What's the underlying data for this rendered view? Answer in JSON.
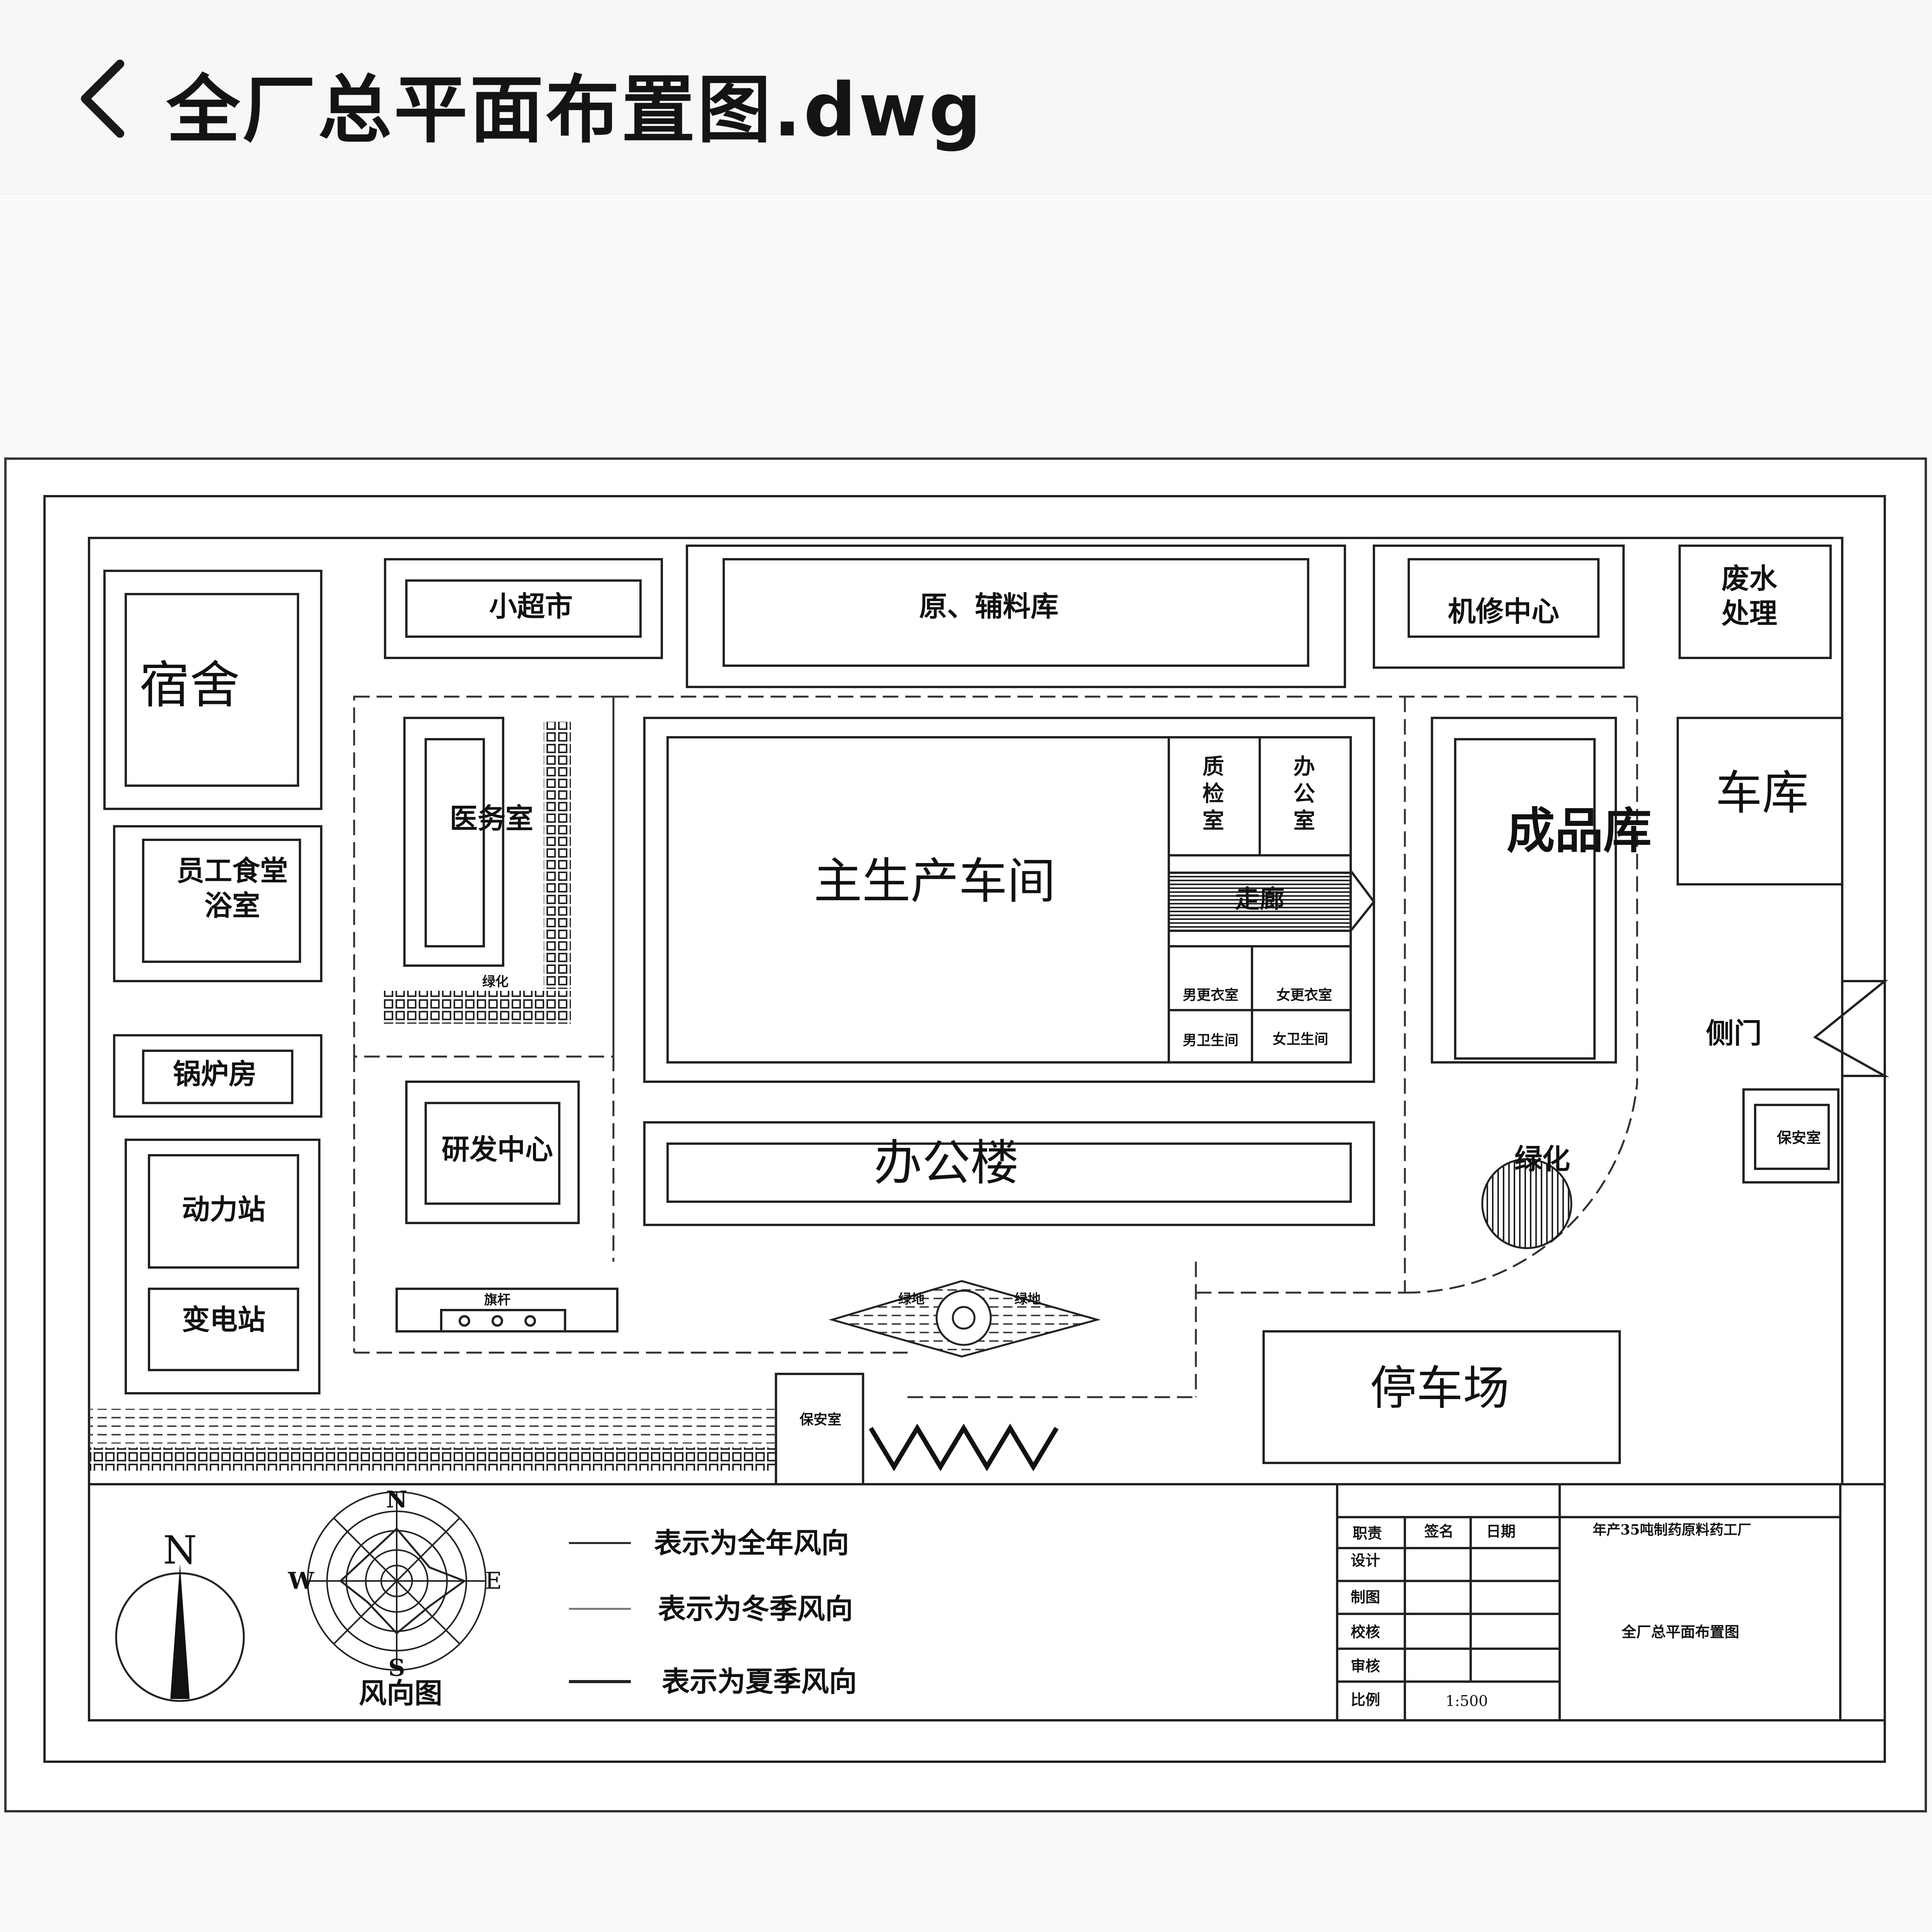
{
  "header": {
    "back_icon": "chevron-left-icon",
    "title": "全厂总平面布置图.dwg"
  },
  "drawing": {
    "buildings": {
      "supermarket": "小超市",
      "raw_store": "原、辅料库",
      "repair": "机修中心",
      "wastewater_1": "废水",
      "wastewater_2": "处理",
      "dorm": "宿舍",
      "clinic": "医务室",
      "greening_small": "绿化",
      "main_workshop": "主生产车间",
      "qc_1": "质",
      "qc_2": "检",
      "qc_3": "室",
      "office_room_1": "办",
      "office_room_2": "公",
      "office_room_3": "室",
      "corridor": "走廊",
      "men_locker": "男更衣室",
      "women_locker": "女更衣室",
      "men_wc": "男卫生间",
      "women_wc": "女卫生间",
      "finished_store": "成品库",
      "garage": "车库",
      "side_gate": "侧门",
      "canteen_1": "员工食堂",
      "canteen_2": "浴室",
      "boiler": "锅炉房",
      "rd_center": "研发中心",
      "office_building": "办公楼",
      "greening": "绿化",
      "guard_right": "保安室",
      "power_station": "动力站",
      "substation": "变电站",
      "flagpole": "旗杆",
      "green_land": "绿地",
      "green_land_2": "绿地",
      "guard_bottom": "保安室",
      "parking": "停车场"
    },
    "legend": {
      "north": "N",
      "rose_n": "N",
      "rose_s": "S",
      "rose_e": "E",
      "rose_w": "W",
      "rose_caption": "风向图",
      "annual": "表示为全年风向",
      "winter": "表示为冬季风向",
      "summer": "表示为夏季风向"
    },
    "title_block": {
      "col_role": "职责",
      "col_sign": "签名",
      "col_date": "日期",
      "project": "年产35吨制药原料药工厂",
      "row_design": "设计",
      "row_draw": "制图",
      "row_check": "校核",
      "row_review": "审核",
      "row_scale": "比例",
      "scale": "1:500",
      "drawing_name": "全厂总平面布置图"
    }
  }
}
